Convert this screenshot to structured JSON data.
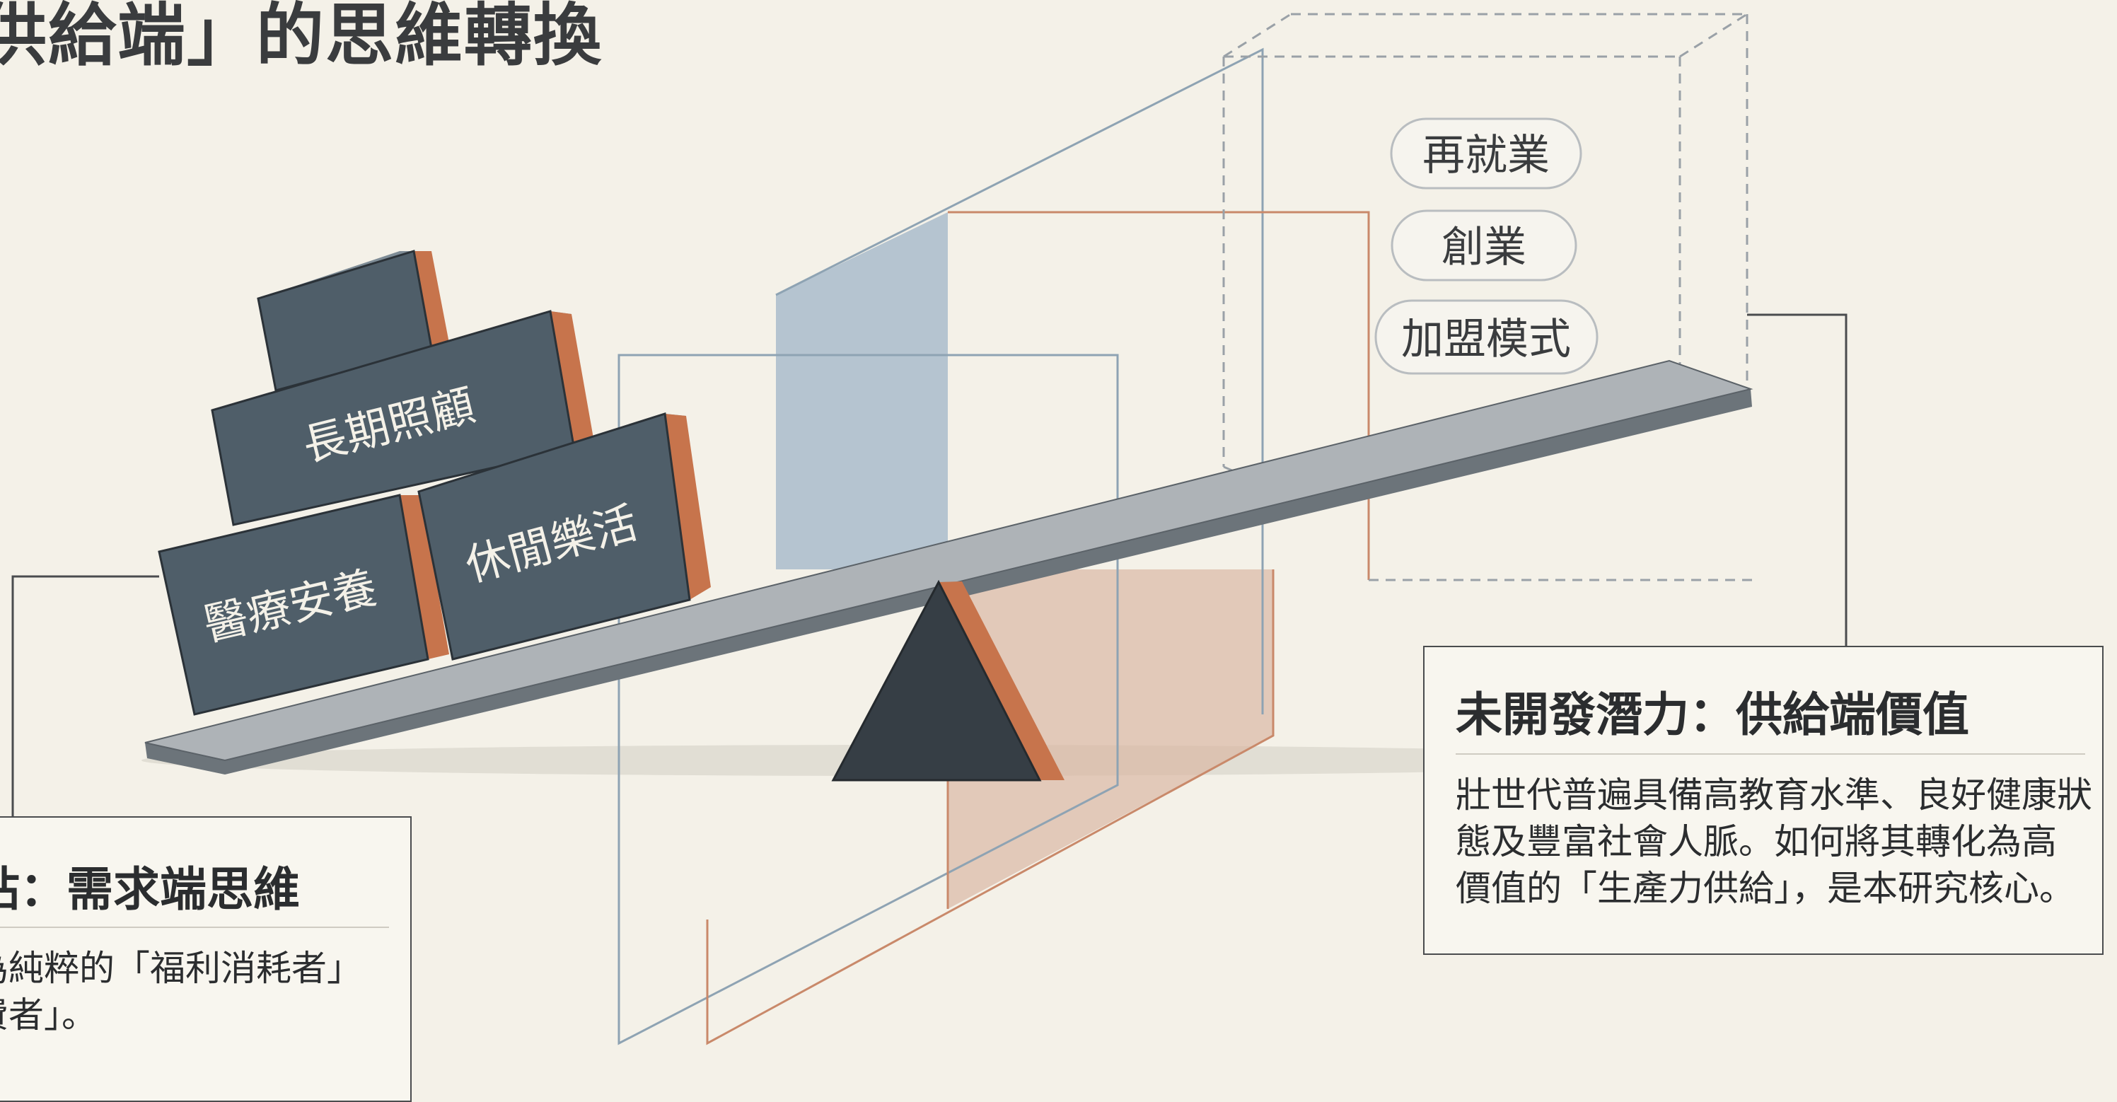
{
  "title": "供給端」的思維轉換",
  "blocks": {
    "top": "",
    "long_term_care": "長期照顧",
    "medical_care": "醫療安養",
    "leisure": "休閒樂活"
  },
  "tags": [
    "再就業",
    "創業",
    "加盟模式"
  ],
  "callout_right": {
    "heading": "未開發潛力：供給端價值",
    "lines": [
      "壯世代普遍具備高教育水準、良好健康狀",
      "態及豐富社會人脈。如何將其轉化為高",
      "價值的「生產力供給」，是本研究核心。"
    ]
  },
  "callout_left": {
    "heading": "站：需求端思維",
    "lines": [
      "為純粹的「福利消耗者」",
      "費者」。"
    ]
  },
  "colors": {
    "background": "#f4f1e8",
    "block_face": "#4f5e69",
    "block_side": "#c7744c",
    "beam": "#8e959b",
    "fulcrum": "#363e45",
    "blue_panel": "#a9bccb",
    "orange_panel": "#d9b4a0",
    "outline_blue": "#8ea3b3",
    "outline_orange": "#c9896a"
  }
}
